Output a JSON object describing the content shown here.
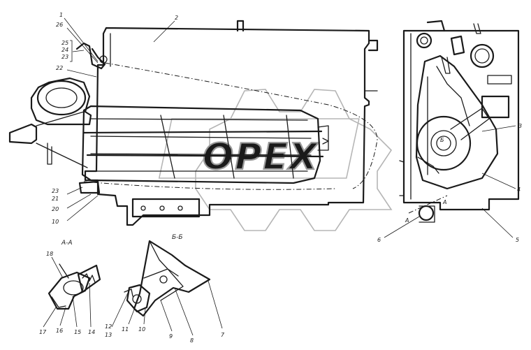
{
  "watermark": {
    "text": "OPEX"
  },
  "section_labels": {
    "aa": "A-A",
    "bb": "Б-Б"
  },
  "callouts": {
    "c1": "1",
    "c26": "26",
    "c25": "25",
    "c24": "24",
    "c23": "23",
    "c22": "22",
    "c2": "2",
    "c3": "3",
    "c4": "4",
    "c5": "5",
    "c6": "6",
    "c23b": "23",
    "c21": "21",
    "c20": "20",
    "c10": "10",
    "c18": "18",
    "c17": "17",
    "c16": "16",
    "c15": "15",
    "c14": "14",
    "c12": "12",
    "c13": "13",
    "c11": "11",
    "c10b": "10",
    "c9": "9",
    "c8": "8",
    "c7": "7",
    "marker_a": "A",
    "marker_a2": "A",
    "marker_b": "Б"
  }
}
